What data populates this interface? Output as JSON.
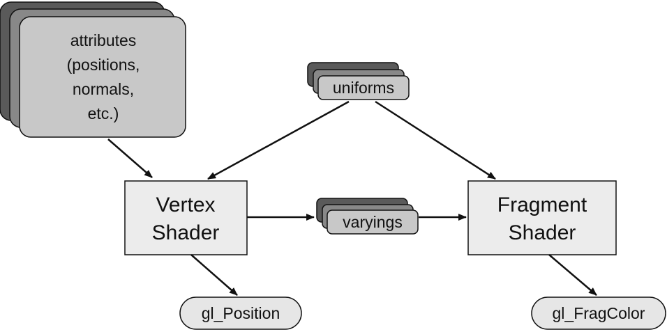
{
  "nodes": {
    "attributes": {
      "lines": [
        "attributes",
        "(positions,",
        "normals,",
        "etc.)"
      ]
    },
    "uniforms": {
      "label": "uniforms"
    },
    "vertex_shader": {
      "lines": [
        "Vertex",
        "Shader"
      ]
    },
    "varyings": {
      "label": "varyings"
    },
    "fragment_shader": {
      "lines": [
        "Fragment",
        "Shader"
      ]
    },
    "gl_position": {
      "label": "gl_Position"
    },
    "gl_fragcolor": {
      "label": "gl_FragColor"
    }
  },
  "colors": {
    "stack_back": "#5a5a5a",
    "stack_mid": "#888888",
    "stack_front": "#c8c8c8",
    "shader_fill": "#ececec",
    "output_fill": "#e6e6e6",
    "stroke": "#111111"
  }
}
